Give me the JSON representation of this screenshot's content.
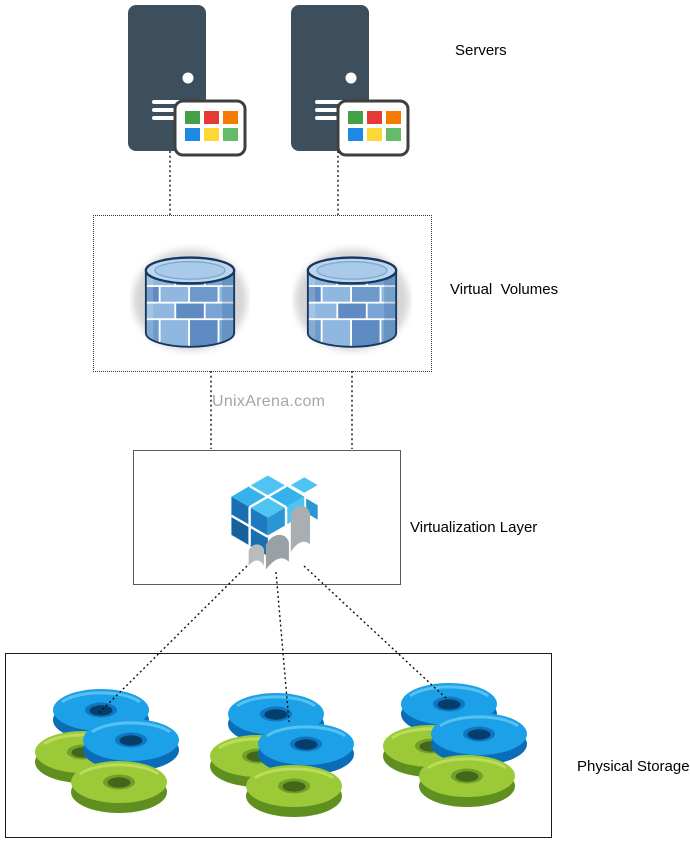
{
  "diagram": {
    "watermark": "UnixArena.com",
    "layers": [
      {
        "id": "servers",
        "label": "Servers",
        "items": [
          "server-1",
          "server-2"
        ]
      },
      {
        "id": "virtual-volumes",
        "label": "Virtual  Volumes",
        "items": [
          "virtual-volume-1",
          "virtual-volume-2"
        ]
      },
      {
        "id": "virtualization-layer",
        "label": "Virtualization Layer",
        "items": [
          "virtualization-cube"
        ]
      },
      {
        "id": "physical-storage",
        "label": "Physical Storage",
        "items": [
          "disk-group-1",
          "disk-group-2",
          "disk-group-3"
        ]
      }
    ],
    "icons": {
      "server": "server-tower-icon",
      "server_apps": "app-tiles-icon",
      "virtual_volume": "database-cylinder-icon",
      "virtualization": "virtualization-cube-icon",
      "physical_disk": "disk-platter-icon"
    },
    "colors": {
      "server_body": "#3D4F5D",
      "db_blue_light": "#8FB7E0",
      "db_blue_dark": "#5E8BC2",
      "db_top": "#BCD6EE",
      "db_outline": "#17375E",
      "cube_cyan": "#4FC3F2",
      "cube_blue": "#1A6FB0",
      "cube_gray": "#A9AEB2",
      "disk_blue_top": "#1CA0E8",
      "disk_blue_side": "#0B6DB8",
      "disk_green_top": "#9BC938",
      "disk_green_side": "#5F8F1F",
      "connector": "#111111",
      "watermark_gray": "#A6A6A6"
    }
  }
}
